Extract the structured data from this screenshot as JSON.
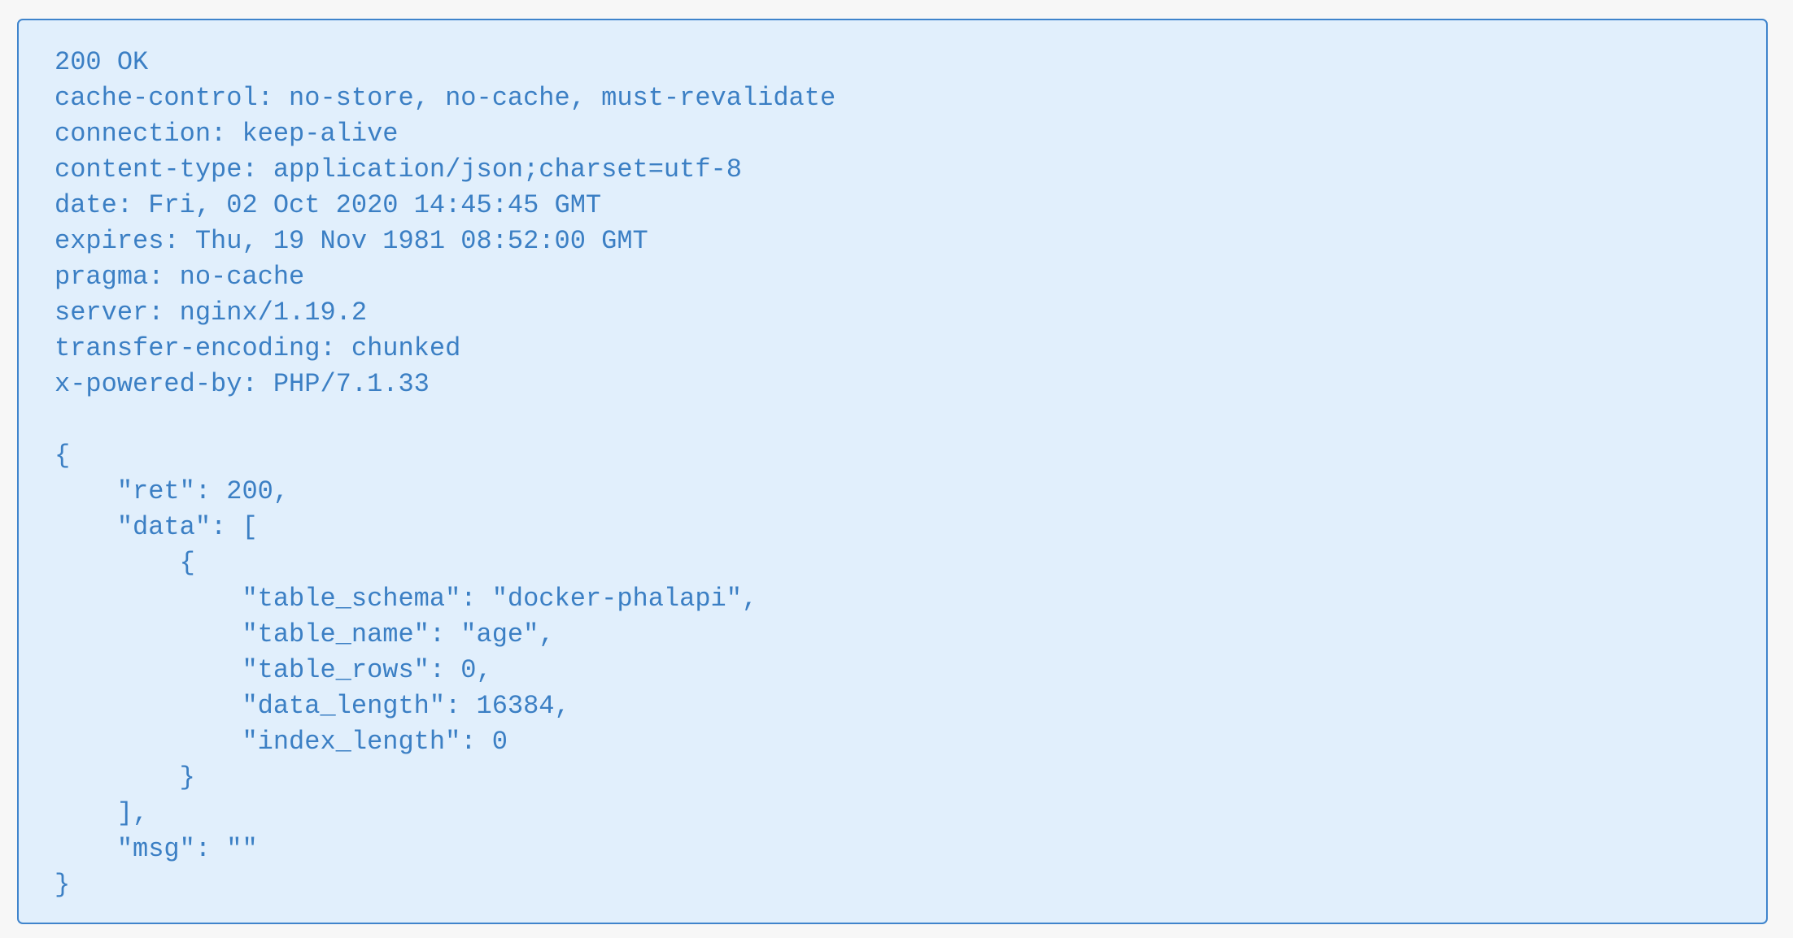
{
  "response": {
    "status": "200 OK",
    "headers": [
      "cache-control: no-store, no-cache, must-revalidate",
      "connection: keep-alive",
      "content-type: application/json;charset=utf-8",
      "date: Fri, 02 Oct 2020 14:45:45 GMT",
      "expires: Thu, 19 Nov 1981 08:52:00 GMT",
      "pragma: no-cache",
      "server: nginx/1.19.2",
      "transfer-encoding: chunked",
      "x-powered-by: PHP/7.1.33"
    ],
    "body_lines": [
      "{",
      "    \"ret\": 200,",
      "    \"data\": [",
      "        {",
      "            \"table_schema\": \"docker-phalapi\",",
      "            \"table_name\": \"age\",",
      "            \"table_rows\": 0,",
      "            \"data_length\": 16384,",
      "            \"index_length\": 0",
      "        }",
      "    ],",
      "    \"msg\": \"\"",
      "}"
    ]
  },
  "colors": {
    "text": "#3b7fc4",
    "background": "#e1effc",
    "border": "#3f84cc",
    "page": "#f7f7f7"
  }
}
